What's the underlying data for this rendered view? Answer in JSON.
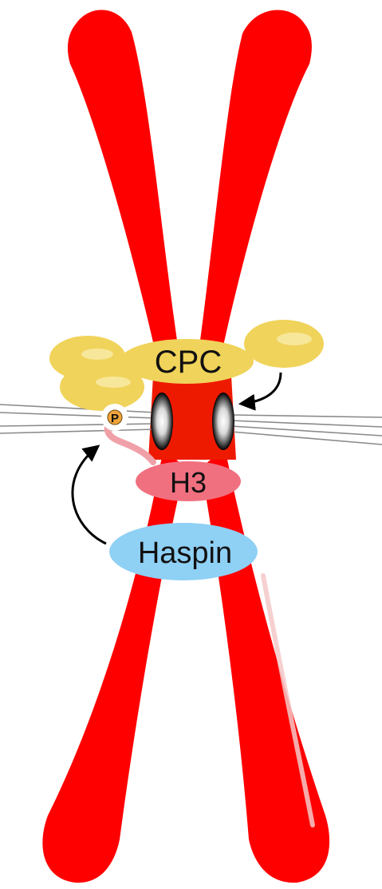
{
  "labels": {
    "cpc": "CPC",
    "phospho": "P",
    "h3": "H3",
    "haspin": "Haspin"
  },
  "colors": {
    "chromosome": "#ff0000",
    "centromere": "#ee1a00",
    "cpc": "#f0d35a",
    "cpc_highlight": "#f7e79a",
    "h3": "#f07080",
    "h3_tail": "#f0a0a8",
    "haspin": "#8fd0f5",
    "phospho": "#f0a43a",
    "arrow": "#000000",
    "microtubule": "#8a8a8a"
  }
}
